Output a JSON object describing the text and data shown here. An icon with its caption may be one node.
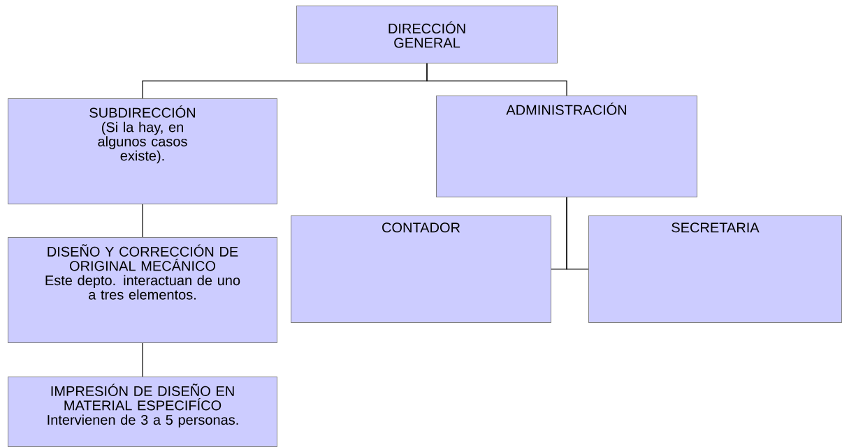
{
  "diagram": {
    "nodes": [
      {
        "text": [
          "DIRECCIÓN GENERAL"
        ]
      },
      {
        "text": [
          "SUBDIRECCIÓN",
          "(Si la hay, en algunos casos existe)."
        ]
      },
      {
        "text": [
          "ADMINISTRACIÓN"
        ]
      },
      {
        "text": [
          "DISEÑO Y CORRECCIÓN DE ORIGINAL MECÁNICO",
          "Este depto. interactuan de uno a tres elementos."
        ]
      },
      {
        "text": [
          "IMPRESIÓN DE DISEÑO EN MATERIAL ESPECIFÍCO",
          "Intervienen de 3 a 5 personas."
        ]
      },
      {
        "text": [
          "CONTADOR"
        ]
      },
      {
        "text": [
          "SECRETARIA"
        ]
      }
    ],
    "edges": [
      {
        "from": 0,
        "to": 1,
        "arrow": "none"
      },
      {
        "from": 0,
        "to": 2,
        "arrow": "none"
      },
      {
        "from": 1,
        "to": 3,
        "arrow": "none"
      },
      {
        "from": 3,
        "to": 4,
        "arrow": "none"
      },
      {
        "from": 2,
        "to": 5,
        "arrow": "none"
      },
      {
        "from": 2,
        "to": 6,
        "arrow": "none"
      }
    ]
  }
}
